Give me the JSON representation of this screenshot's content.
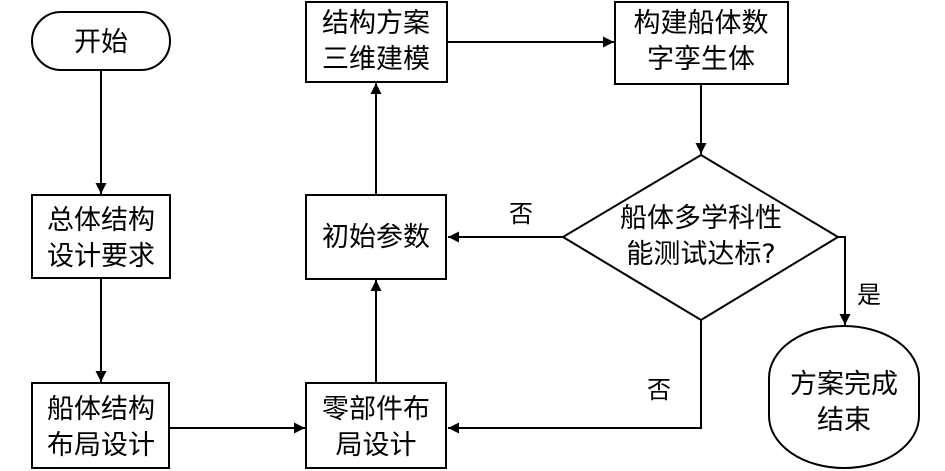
{
  "nodes": {
    "start": {
      "line1": "开始"
    },
    "overall_req": {
      "line1": "总体结构",
      "line2": "设计要求"
    },
    "hull_layout": {
      "line1": "船体结构",
      "line2": "布局设计"
    },
    "parts_layout": {
      "line1": "零部件布",
      "line2": "局设计"
    },
    "init_params": {
      "line1": "初始参数"
    },
    "modeling_3d": {
      "line1": "结构方案",
      "line2": "三维建模"
    },
    "digital_twin": {
      "line1": "构建船体数",
      "line2": "字孪生体"
    },
    "test_decision": {
      "line1": "船体多学科性",
      "line2": "能测试达标?"
    },
    "end": {
      "line1": "方案完成",
      "line2": "结束"
    }
  },
  "edge_labels": {
    "no_upper": "否",
    "no_lower": "否",
    "yes": "是"
  }
}
